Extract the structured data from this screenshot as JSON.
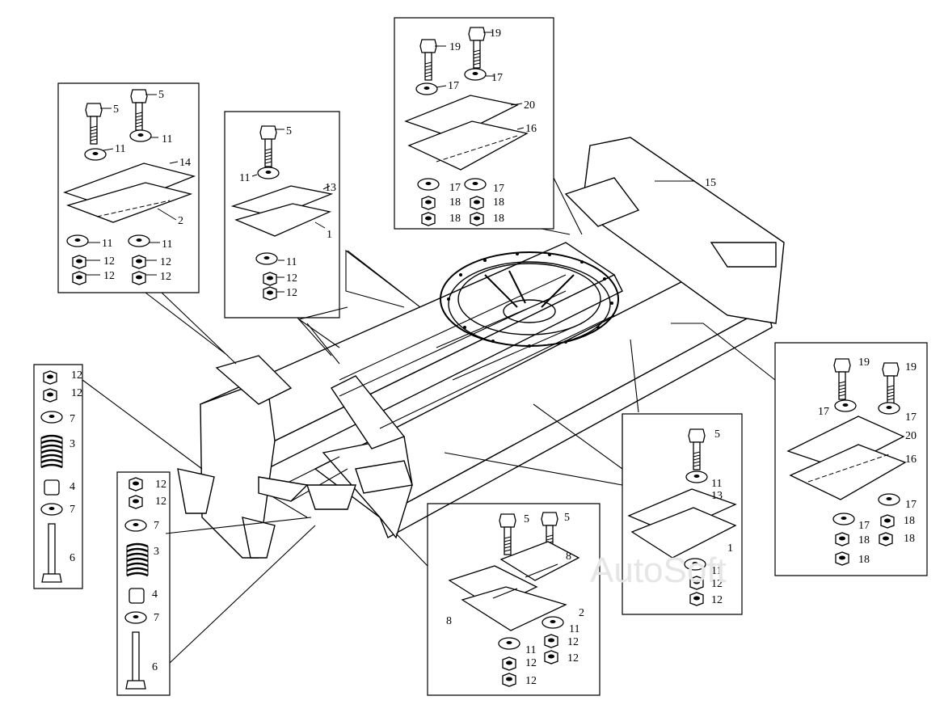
{
  "watermark": "AutoSoft",
  "colors": {
    "line": "#000000",
    "paper": "#ffffff",
    "watermark": "#e6e6e6"
  },
  "callouts": {
    "n1": "1",
    "n2": "2",
    "n3": "3",
    "n4": "4",
    "n5": "5",
    "n6": "6",
    "n7": "7",
    "n8": "8",
    "n11": "11",
    "n12": "12",
    "n13": "13",
    "n14": "14",
    "n15": "15",
    "n16": "16",
    "n17": "17",
    "n18": "18",
    "n19": "19",
    "n20": "20"
  }
}
